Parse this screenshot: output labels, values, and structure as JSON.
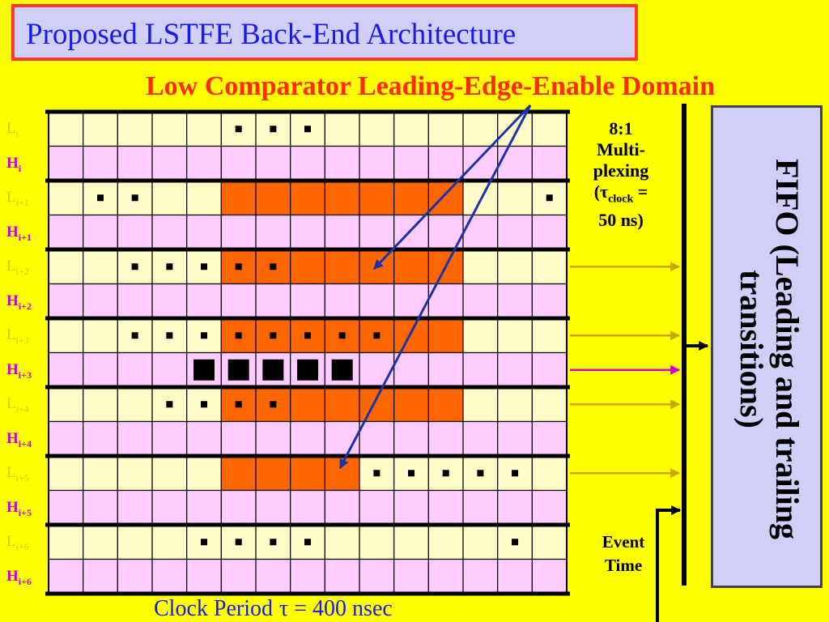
{
  "title": "Proposed LSTFE Back-End Architecture",
  "subtitle": "Low Comparator Leading-Edge-Enable Domain",
  "multiplexing": {
    "line1": "8:1",
    "line2": "Multi-",
    "line3": "plexing",
    "tau": "τ",
    "tau_sub": "clock",
    "eq": " =",
    "line5": "50 ns)"
  },
  "fifo_label": "FIFO (Leading and trailing transitions)",
  "event_time": {
    "line1": "Event",
    "line2": "Time"
  },
  "clock_period": {
    "label": "Clock Period",
    "value": "τ = 400 nsec"
  },
  "colors": {
    "background": "#ffff00",
    "title_border": "#ff3a2a",
    "title_text": "#1a1aee",
    "subtitle_text": "#ff2a00",
    "L_row": "#fffcc8",
    "H_row": "#ffccff",
    "orange": "#ff6600",
    "arrow_blue": "#1a33aa",
    "line_olive": "#c8a800",
    "line_magenta": "#cc00cc",
    "fifo_fill": "#cfcff7"
  },
  "grid": {
    "columns": 15,
    "rows": [
      {
        "label": "L",
        "sub": "i",
        "type": "L",
        "orange": [],
        "dots": [
          5,
          6,
          7
        ],
        "big": []
      },
      {
        "label": "H",
        "sub": "i",
        "type": "H",
        "orange": [],
        "dots": [],
        "big": []
      },
      {
        "label": "L",
        "sub": "i+1",
        "type": "L",
        "orange": [
          5,
          6,
          7,
          8,
          9,
          10,
          11
        ],
        "dots": [
          1,
          2,
          14
        ],
        "big": []
      },
      {
        "label": "H",
        "sub": "i+1",
        "type": "H",
        "orange": [],
        "dots": [],
        "big": []
      },
      {
        "label": "L",
        "sub": "i+2",
        "type": "L",
        "orange": [
          5,
          6,
          7,
          8,
          9,
          10,
          11
        ],
        "dots": [
          2,
          3,
          4,
          5,
          6
        ],
        "big": []
      },
      {
        "label": "H",
        "sub": "i+2",
        "type": "H",
        "orange": [],
        "dots": [],
        "big": []
      },
      {
        "label": "L",
        "sub": "i+3",
        "type": "L",
        "orange": [
          5,
          6,
          7,
          8,
          9,
          10,
          11
        ],
        "dots": [
          2,
          3,
          4,
          5,
          6,
          7,
          8,
          9
        ],
        "big": []
      },
      {
        "label": "H",
        "sub": "i+3",
        "type": "H",
        "orange": [],
        "dots": [],
        "big": [
          4,
          5,
          6,
          7,
          8
        ]
      },
      {
        "label": "L",
        "sub": "i+4",
        "type": "L",
        "orange": [
          5,
          6,
          7,
          8,
          9,
          10,
          11
        ],
        "dots": [
          3,
          4,
          5,
          6
        ],
        "big": []
      },
      {
        "label": "H",
        "sub": "i+4",
        "type": "H",
        "orange": [],
        "dots": [],
        "big": []
      },
      {
        "label": "L",
        "sub": "i+5",
        "type": "L",
        "orange": [
          5,
          6,
          7,
          8
        ],
        "dots": [
          9,
          10,
          11,
          12,
          13
        ],
        "big": []
      },
      {
        "label": "H",
        "sub": "i+5",
        "type": "H",
        "orange": [],
        "dots": [],
        "big": []
      },
      {
        "label": "L",
        "sub": "i+6",
        "type": "L",
        "orange": [],
        "dots": [
          4,
          5,
          6,
          7,
          13
        ],
        "big": []
      },
      {
        "label": "H",
        "sub": "i+6",
        "type": "H",
        "orange": [],
        "dots": [],
        "big": []
      }
    ]
  },
  "inputs": [
    {
      "row": 4,
      "color": "olive"
    },
    {
      "row": 6,
      "color": "olive"
    },
    {
      "row": 7,
      "color": "magenta"
    },
    {
      "row": 8,
      "color": "olive"
    },
    {
      "row": 10,
      "color": "olive"
    }
  ]
}
